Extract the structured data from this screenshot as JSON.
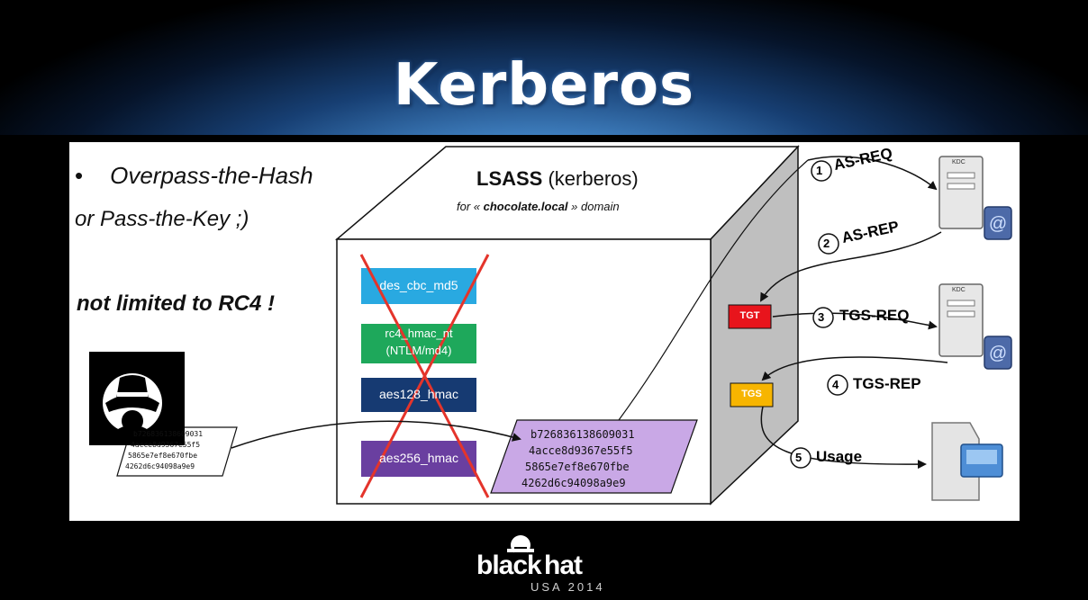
{
  "slide": {
    "title": "Kerberos",
    "bullet1": "Overpass-the-Hash",
    "bullet1_sub": "or Pass-the-Key ;)",
    "note": "not limited to RC4 !"
  },
  "lsass": {
    "title_bold": "LSASS",
    "title_rest": " (kerberos)",
    "subtitle_pre": "for « ",
    "subtitle_domain": "chocolate.local",
    "subtitle_post": " » domain"
  },
  "keys": [
    {
      "label": "des_cbc_md5",
      "color": "#29a9e1"
    },
    {
      "label_line1": "rc4_hmac_nt",
      "label_line2": "(NTLM/md4)",
      "color": "#1ea85b"
    },
    {
      "label": "aes128_hmac",
      "color": "#163a72"
    },
    {
      "label": "aes256_hmac",
      "color": "#6a3fa0"
    }
  ],
  "hash_small": [
    "b726836138609031",
    "4acce8d9367e55f5",
    "5865e7ef8e670fbe",
    "4262d6c94098a9e9"
  ],
  "hash_large": [
    "b726836138609031",
    "4acce8d9367e55f5",
    "5865e7ef8e670fbe",
    "4262d6c94098a9e9"
  ],
  "tickets": {
    "tgt": "TGT",
    "tgs": "TGS"
  },
  "steps": [
    {
      "num": "1",
      "label": "AS-REQ"
    },
    {
      "num": "2",
      "label": "AS-REP"
    },
    {
      "num": "3",
      "label": "TGS-REQ"
    },
    {
      "num": "4",
      "label": "TGS-REP"
    },
    {
      "num": "5",
      "label": "Usage"
    }
  ],
  "kdc": {
    "label": "KDC"
  },
  "footer": {
    "brand": "black hat",
    "event": "USA 2014"
  },
  "colors": {
    "tgt": "#e8141c",
    "tgs": "#f7b500",
    "hash_box": "#c9a8e6",
    "cross": "#e4342b",
    "box_side": "#bfbfbf"
  }
}
